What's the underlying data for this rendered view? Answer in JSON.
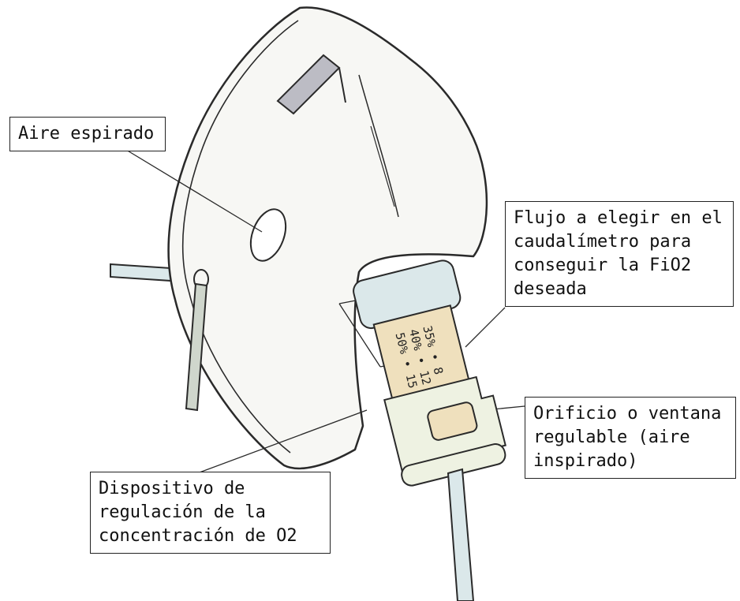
{
  "labels": {
    "exhaled_air": "Aire espirado",
    "flow_select": "Flujo a elegir en el\ncaudalímetro para\nconseguir la FiO2\ndeseada",
    "window": "Orificio o ventana\nregulable (aire\ninspirado)",
    "device": "Dispositivo de\nregulación de la\nconcentración de O2"
  },
  "device_scale": [
    "35% • 8",
    "40% • 12",
    "50% • 15"
  ],
  "colors": {
    "outline": "#2a2a2a",
    "mask_fill": "#f7f7f4",
    "strap_fill": "#cfd6cc",
    "tube_fill": "#dbe8ea",
    "device_fill": "#e8ead3",
    "device_label": "#efe0bd",
    "connector_fill": "#eef2e2"
  }
}
